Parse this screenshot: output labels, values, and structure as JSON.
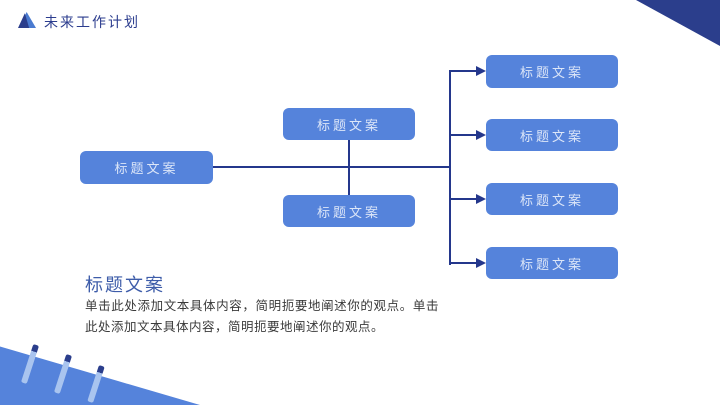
{
  "header": {
    "title": "未来工作计划",
    "logo": "mountain-triangles-icon"
  },
  "flowchart": {
    "root": {
      "label": "标题文案"
    },
    "branches": [
      {
        "label": "标题文案"
      },
      {
        "label": "标题文案"
      }
    ],
    "leaves": [
      {
        "label": "标题文案"
      },
      {
        "label": "标题文案"
      },
      {
        "label": "标题文案"
      },
      {
        "label": "标题文案"
      }
    ]
  },
  "footer": {
    "heading": "标题文案",
    "body": "单击此处添加文本具体内容，简明扼要地阐述你的观点。单击此处添加文本具体内容，简明扼要地阐述你的观点。"
  },
  "colors": {
    "navy": "#2b3e8c",
    "connector_navy": "#24378c",
    "node_blue": "#5583db",
    "node_text": "#dce6f8",
    "heading_blue": "#3d5ca9",
    "body_text": "#3a3a3a",
    "slash_light": "#a9c4ef"
  }
}
